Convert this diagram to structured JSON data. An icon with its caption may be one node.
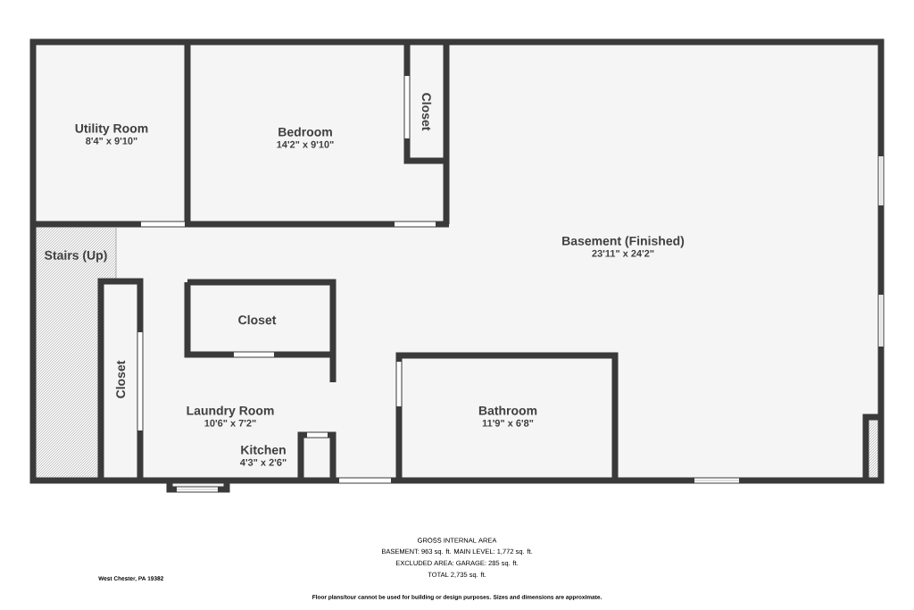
{
  "diagram": {
    "nodes": [
      {
        "text": [
          "Utility Room",
          "8'4\" x 9'10\""
        ]
      },
      {
        "text": [
          "Bedroom",
          "14'2\" x 9'10\""
        ]
      },
      {
        "text": [
          "Closet"
        ]
      },
      {
        "text": [
          "Basement (Finished)",
          "23'11\" x 24'2\""
        ]
      },
      {
        "text": [
          "Stairs (Up)"
        ]
      },
      {
        "text": [
          "Closet"
        ]
      },
      {
        "text": [
          "Closet"
        ]
      },
      {
        "text": [
          "Laundry Room",
          "10'6\" x 7'2\""
        ]
      },
      {
        "text": [
          "Kitchen",
          "4'3\" x 2'6\""
        ]
      },
      {
        "text": [
          "Bathroom",
          "11'9\" x 6'8\""
        ]
      }
    ],
    "labels": [
      "GROSS INTERNAL AREA",
      "BASEMENT: 963 sq. ft. MAIN LEVEL: 1,772 sq. ft.",
      "EXCLUDED AREA: GARAGE: 285 sq. ft.",
      "TOTAL 2,735 sq. ft.",
      "West Chester, PA 19382",
      "Floor plans/tour cannot be used for building or design purposes. Sizes and dimensions are approximate."
    ]
  }
}
